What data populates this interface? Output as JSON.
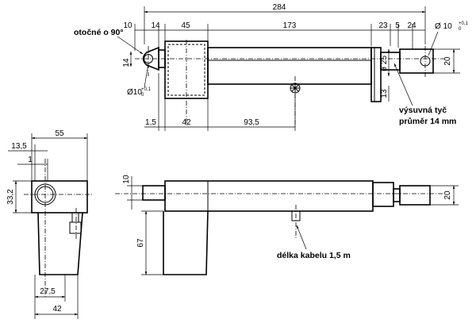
{
  "top_view": {
    "overall_length": "284",
    "stroke_length": "173",
    "d_10": "10",
    "d_14_top": "14",
    "d_45": "45",
    "d_23": "23",
    "d_5": "5",
    "d_24": "24",
    "d_14_side": "14",
    "d_25": "ø 25",
    "d_20": "20",
    "d_13": "13",
    "d_1_5": "1,5",
    "d_42": "42",
    "d_93_5": "93,5",
    "hole_left": "Ø10",
    "hole_right": "Ø 10",
    "tol_upper": "+0,1",
    "tol_lower": "0",
    "note_rotated": "otočné o 90°",
    "note_rod_1": "výsuvná tyč",
    "note_rod_2": "průměr 14 mm"
  },
  "end_view": {
    "d_55": "55",
    "d_13_5": "13,5",
    "d_1": "1",
    "d_33_2": "33,2",
    "d_27_5": "27,5",
    "d_42": "42"
  },
  "side_view": {
    "d_10": "10",
    "d_20": "20",
    "d_67": "67",
    "note_cable": "délka kabelu 1,5 m"
  }
}
